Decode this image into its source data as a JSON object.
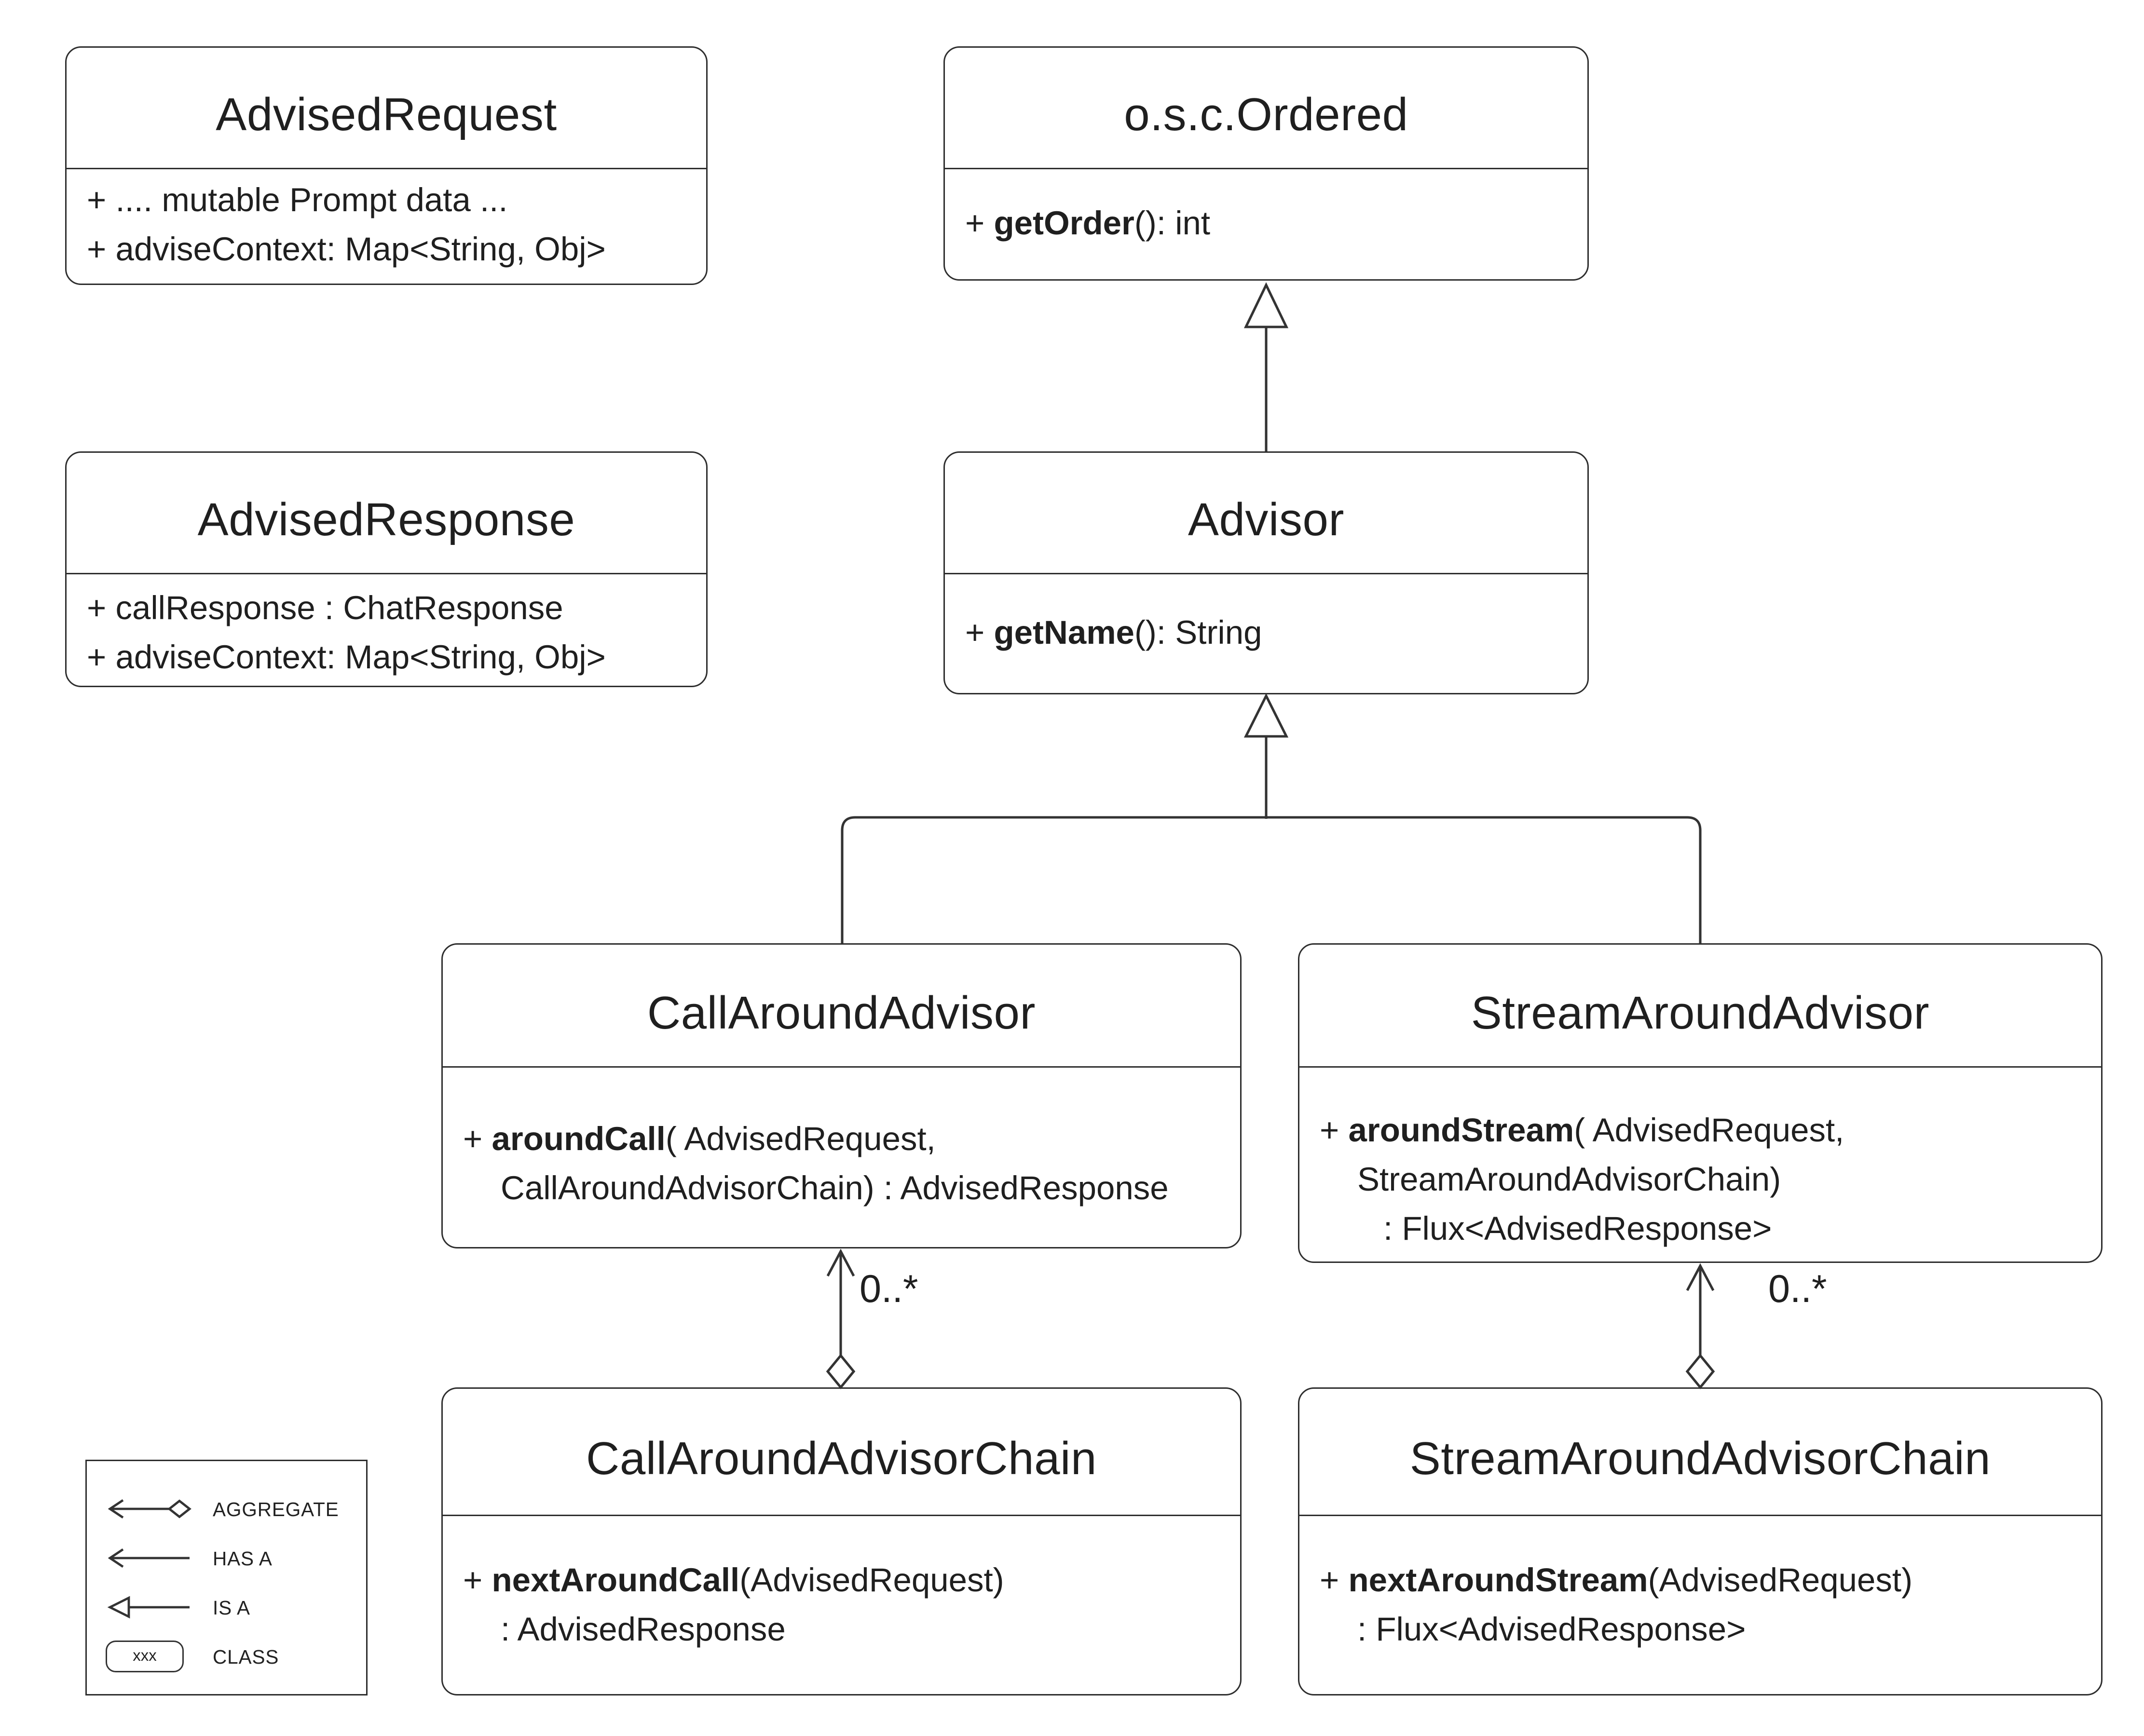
{
  "diagram": {
    "background": "#ffffff",
    "stroke_color": "#333333",
    "text_color": "#1f1f1f"
  },
  "classes": {
    "advised_request": {
      "title": "AdvisedRequest",
      "members": [
        {
          "pre": "+ .... mutable Prompt data ...",
          "name": "",
          "post": ""
        },
        {
          "pre": "+ adviseContext: Map<String, Obj>",
          "name": "",
          "post": ""
        }
      ]
    },
    "osc_ordered": {
      "title": "o.s.c.Ordered",
      "members": [
        {
          "pre": "+ ",
          "name": "getOrder",
          "post": "(): int"
        }
      ]
    },
    "advised_response": {
      "title": "AdvisedResponse",
      "members": [
        {
          "pre": "+ callResponse : ChatResponse",
          "name": "",
          "post": ""
        },
        {
          "pre": "+ adviseContext: Map<String, Obj>",
          "name": "",
          "post": ""
        }
      ]
    },
    "advisor": {
      "title": "Advisor",
      "members": [
        {
          "pre": "+ ",
          "name": "getName",
          "post": "(): String"
        }
      ]
    },
    "call_around_advisor": {
      "title": "CallAroundAdvisor",
      "members": [
        {
          "pre": "+ ",
          "name": "aroundCall",
          "post": "( AdvisedRequest,"
        },
        {
          "pre": "CallAroundAdvisorChain) : AdvisedResponse",
          "name": "",
          "post": ""
        }
      ]
    },
    "stream_around_advisor": {
      "title": "StreamAroundAdvisor",
      "members": [
        {
          "pre": "+ ",
          "name": "aroundStream",
          "post": "( AdvisedRequest,"
        },
        {
          "pre": "StreamAroundAdvisorChain)",
          "name": "",
          "post": ""
        },
        {
          "pre": ": Flux<AdvisedResponse>",
          "name": "",
          "post": ""
        }
      ]
    },
    "call_around_advisor_chain": {
      "title": "CallAroundAdvisorChain",
      "members": [
        {
          "pre": "+ ",
          "name": "nextAroundCall",
          "post": "(AdvisedRequest)"
        },
        {
          "pre": ": AdvisedResponse",
          "name": "",
          "post": ""
        }
      ]
    },
    "stream_around_advisor_chain": {
      "title": "StreamAroundAdvisorChain",
      "members": [
        {
          "pre": "+ ",
          "name": "nextAroundStream",
          "post": "(AdvisedRequest)"
        },
        {
          "pre": ": Flux<AdvisedResponse>",
          "name": "",
          "post": ""
        }
      ]
    }
  },
  "relationships": {
    "call_aggregation_multiplicity": "0..*",
    "stream_aggregation_multiplicity": "0..*"
  },
  "legend": {
    "items": [
      {
        "icon": "aggregate-arrow-icon",
        "label": "AGGREGATE"
      },
      {
        "icon": "has-a-arrow-icon",
        "label": "HAS A"
      },
      {
        "icon": "is-a-arrow-icon",
        "label": "IS A"
      },
      {
        "icon": "class-box-icon",
        "label": "CLASS"
      }
    ],
    "class_chip_text": "xxx"
  }
}
